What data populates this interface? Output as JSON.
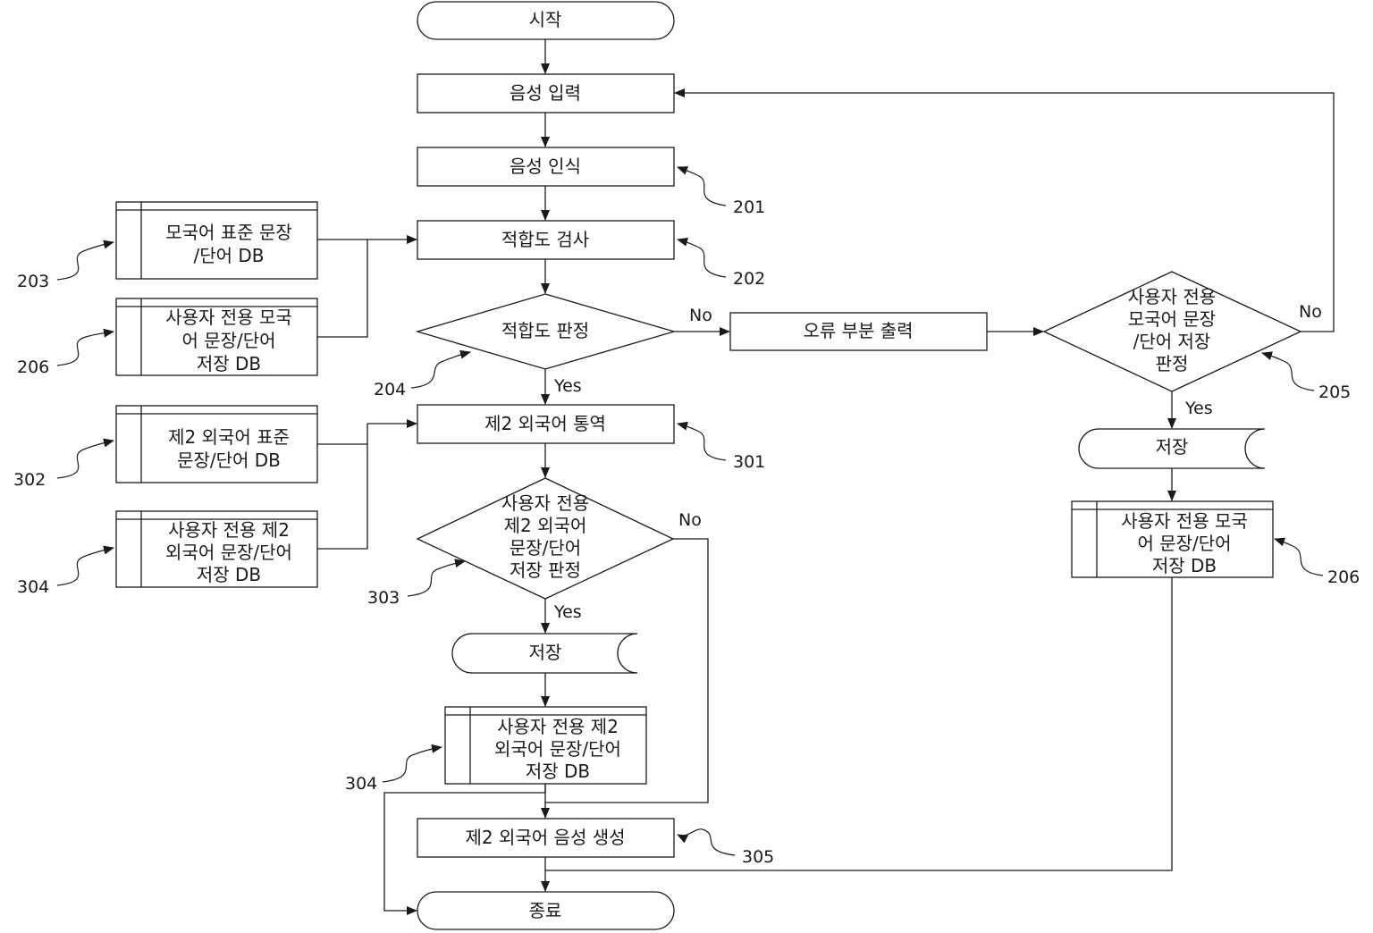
{
  "nodes": {
    "start": "시작",
    "voice_input": "음성 입력",
    "voice_recognition": "음성 인식",
    "fitness_check": "적합도 검사",
    "fitness_decision": "적합도 판정",
    "error_output": "오류 부분 출력",
    "user_native_decision": [
      "사용자 전용",
      "모국어 문장",
      "/단어 저장",
      "판정"
    ],
    "store_right": "저장",
    "user_native_db_right": [
      "사용자 전용 모국",
      "어 문장/단어",
      "저장 DB"
    ],
    "native_std_db": [
      "모국어 표준 문장",
      "/단어 DB"
    ],
    "user_native_db_left": [
      "사용자 전용 모국",
      "어 문장/단어",
      "저장 DB"
    ],
    "second_lang_interp": "제2 외국어 통역",
    "second_std_db": [
      "제2 외국어 표준",
      "문장/단어 DB"
    ],
    "user_second_db_left": [
      "사용자 전용 제2",
      "외국어 문장/단어",
      "저장 DB"
    ],
    "user_second_decision": [
      "사용자 전용",
      "제2 외국어",
      "문장/단어",
      "저장 판정"
    ],
    "store_center": "저장",
    "user_second_db_center": [
      "사용자 전용 제2",
      "외국어 문장/단어",
      "저장 DB"
    ],
    "second_voice_gen": "제2 외국어 음성 생성",
    "end": "종료"
  },
  "edge_labels": {
    "fitness_no": "No",
    "fitness_yes": "Yes",
    "native_store_no": "No",
    "native_store_yes": "Yes",
    "second_store_no": "No",
    "second_store_yes": "Yes"
  },
  "refs": {
    "r201": "201",
    "r202": "202",
    "r203": "203",
    "r204": "204",
    "r205": "205",
    "r206_left": "206",
    "r206_right": "206",
    "r301": "301",
    "r302": "302",
    "r303": "303",
    "r304_left": "304",
    "r304_center": "304",
    "r305": "305"
  }
}
